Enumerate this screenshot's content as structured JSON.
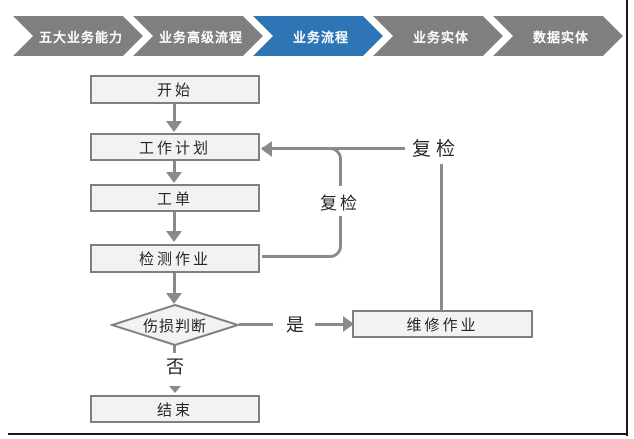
{
  "breadcrumb": {
    "items": [
      {
        "label": "五大业务能力",
        "state": "inactive"
      },
      {
        "label": "业务高级流程",
        "state": "inactive"
      },
      {
        "label": "业务流程",
        "state": "active"
      },
      {
        "label": "业务实体",
        "state": "inactive"
      },
      {
        "label": "数据实体",
        "state": "inactive"
      }
    ],
    "colors": {
      "active": "#2e75b6",
      "inactive": "#7f7f7f",
      "text": "#ffffff"
    }
  },
  "flowchart": {
    "nodes": [
      {
        "id": "start",
        "label": "开始",
        "shape": "rect"
      },
      {
        "id": "work-plan",
        "label": "工作计划",
        "shape": "rect"
      },
      {
        "id": "work-order",
        "label": "工单",
        "shape": "rect"
      },
      {
        "id": "inspection",
        "label": "检测作业",
        "shape": "rect"
      },
      {
        "id": "damage-decision",
        "label": "伤损判断",
        "shape": "diamond"
      },
      {
        "id": "repair",
        "label": "维修作业",
        "shape": "rect"
      },
      {
        "id": "end",
        "label": "结束",
        "shape": "rect"
      }
    ],
    "edge_labels": {
      "recheck_inner": "复检",
      "recheck_outer": "复检",
      "yes": "是",
      "no": "否"
    },
    "colors": {
      "node_fill": "#f2f2f2",
      "node_border": "#7f7f7f",
      "line": "#8a8a8a",
      "text": "#262626"
    }
  }
}
